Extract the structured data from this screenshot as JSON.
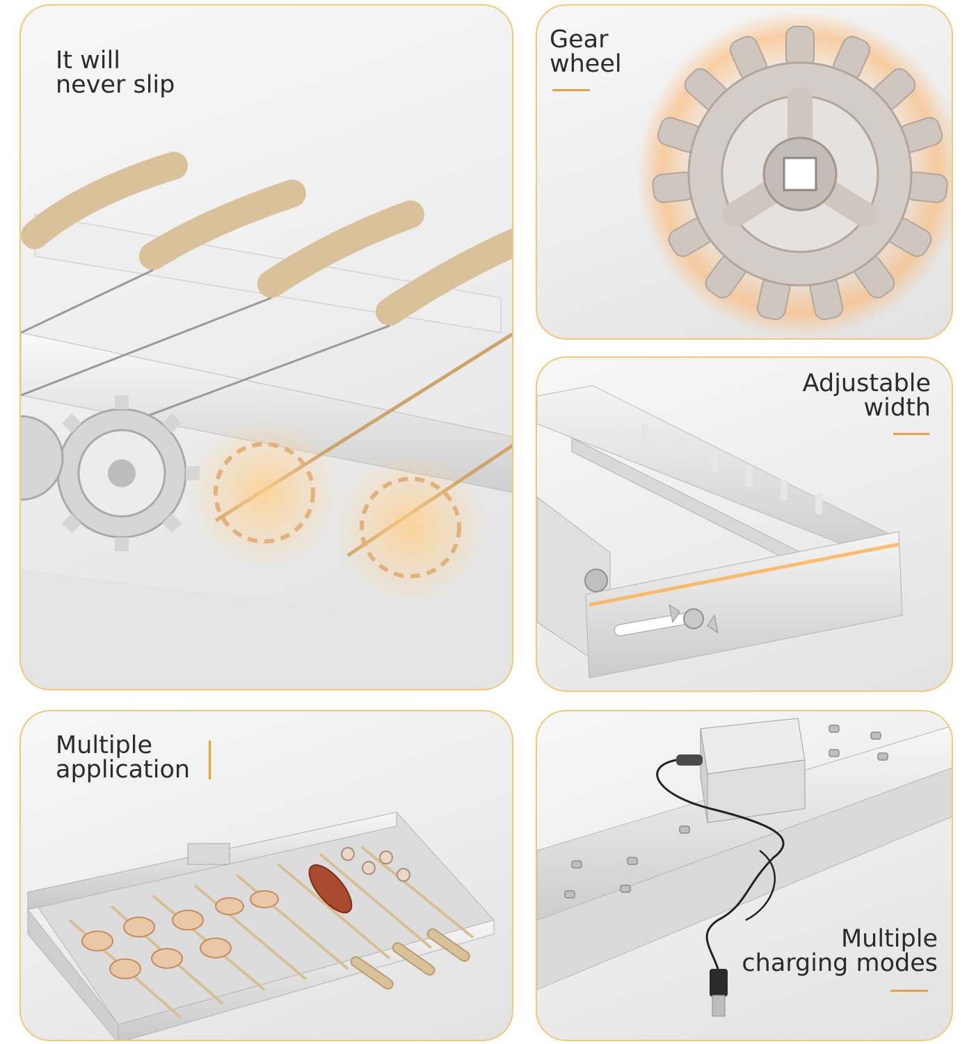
{
  "panels": {
    "no_slip": {
      "line1": "It will",
      "line2": "never slip"
    },
    "gear": {
      "line1": "Gear",
      "line2": "wheel"
    },
    "width": {
      "line1": "Adjustable",
      "line2": "width"
    },
    "application": {
      "line1": "Multiple",
      "line2": "application"
    },
    "charging": {
      "line1": "Multiple",
      "line2": "charging modes"
    }
  },
  "colors": {
    "panel_border": "#f0c978",
    "accent": "#e9a043",
    "text": "#2b2b2b",
    "steel": "#c8c8c8",
    "wood": "#d9c19a"
  },
  "icons": [
    "gear-icon",
    "skewer-icon",
    "motor-icon",
    "usb-plug-icon",
    "wing-nut-icon"
  ]
}
